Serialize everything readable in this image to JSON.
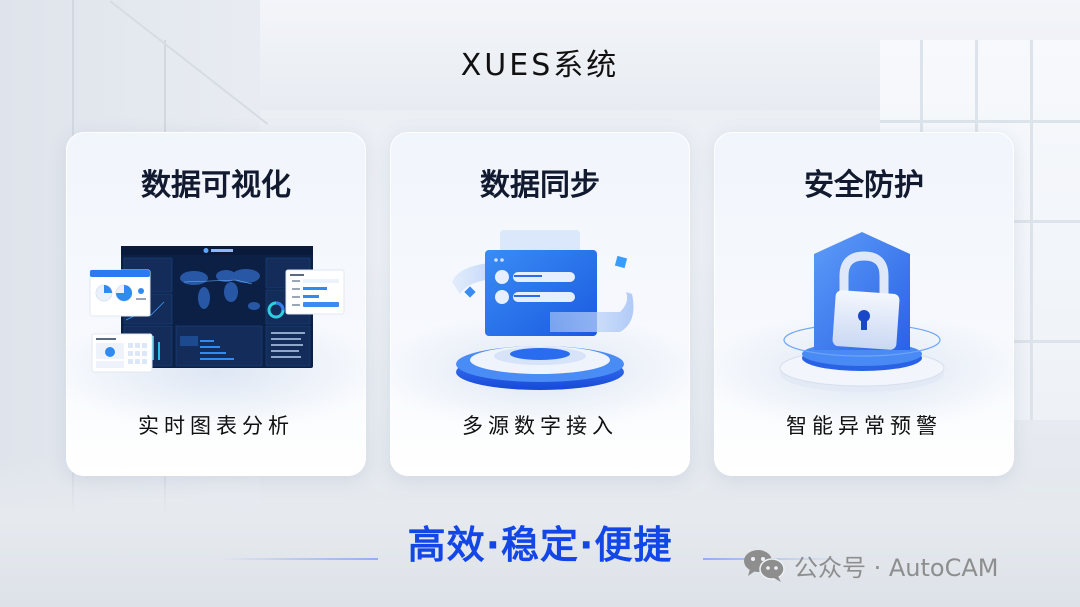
{
  "title": "XUES系统",
  "cards": [
    {
      "title": "数据可视化",
      "subtitle": "实时图表分析",
      "illustration": "dashboard-screen-icon"
    },
    {
      "title": "数据同步",
      "subtitle": "多源数字接入",
      "illustration": "data-sync-platform-icon"
    },
    {
      "title": "安全防护",
      "subtitle": "智能异常预警",
      "illustration": "padlock-shield-icon"
    }
  ],
  "slogan": "高效·稳定·便捷",
  "watermark": {
    "icon": "wechat-icon",
    "text": "公众号 · AutoCAM"
  },
  "colors": {
    "accent": "#1246e6",
    "primary_blue": "#2a6cf0",
    "dashboard_bg": "#0c1f44",
    "text_dark": "#111a2e",
    "watermark_gray": "#8e8e8e"
  }
}
